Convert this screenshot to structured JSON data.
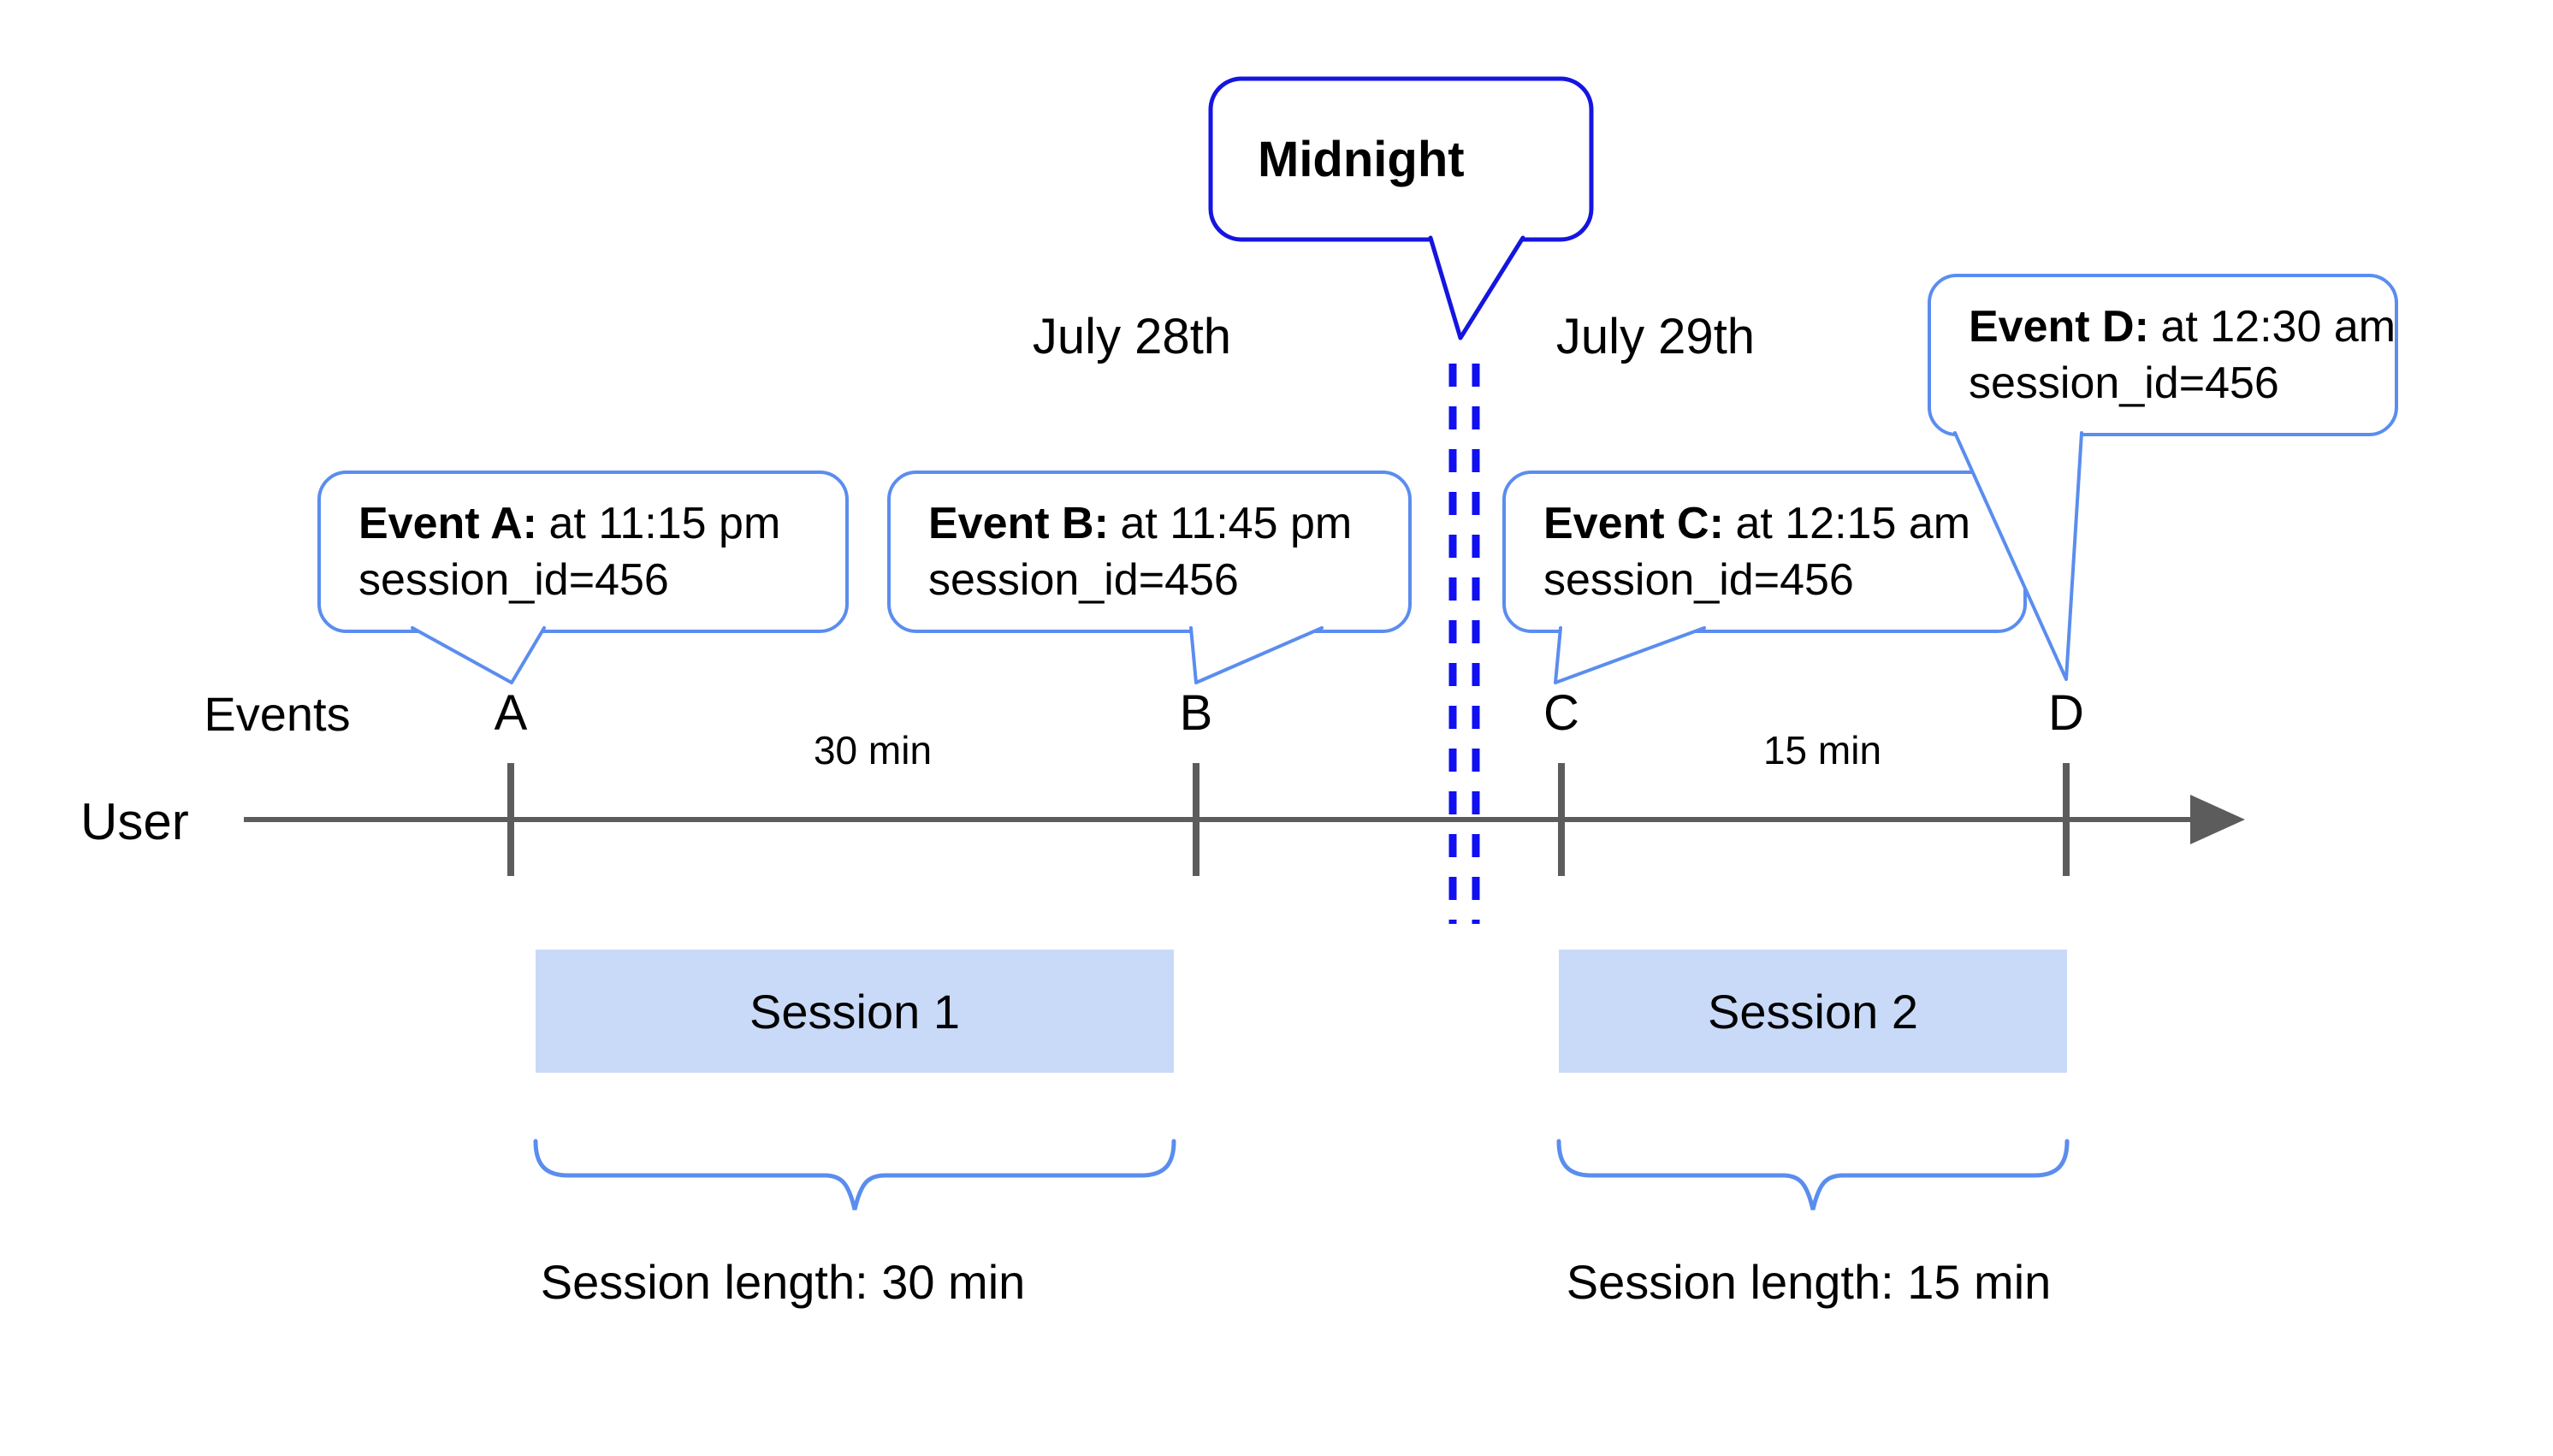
{
  "midnight": {
    "label": "Midnight"
  },
  "dates": {
    "before": "July 28th",
    "after": "July 29th"
  },
  "axis": {
    "events_label": "Events",
    "user_label": "User"
  },
  "intervals": [
    {
      "label": "30 min"
    },
    {
      "label": "15 min"
    }
  ],
  "events": [
    {
      "tick_label": "A",
      "title": "Event A:",
      "time": "at 11:15 pm",
      "session": "session_id=456"
    },
    {
      "tick_label": "B",
      "title": "Event B:",
      "time": "at 11:45 pm",
      "session": "session_id=456"
    },
    {
      "tick_label": "C",
      "title": "Event C:",
      "time": "at 12:15 am",
      "session": "session_id=456"
    },
    {
      "tick_label": "D",
      "title": "Event D:",
      "time": "at 12:30 am",
      "session": "session_id=456"
    }
  ],
  "sessions": [
    {
      "label": "Session 1",
      "length": "Session length: 30 min"
    },
    {
      "label": "Session 2",
      "length": "Session length: 15 min"
    }
  ],
  "colors": {
    "bubble_blue": "#5b8def",
    "midnight_blue": "#1515e0",
    "dash_blue": "#1010f0",
    "session_fill": "#c9daf8",
    "line_gray": "#5c5c5c",
    "text_black": "#000000"
  }
}
